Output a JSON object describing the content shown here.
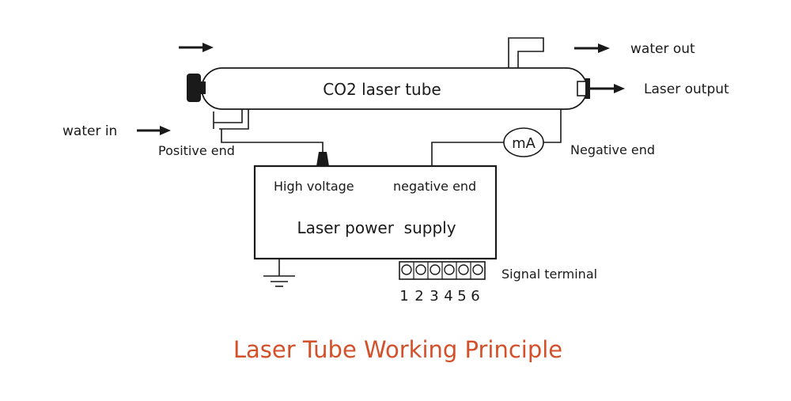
{
  "diagram": {
    "labels": {
      "water_out": "water out",
      "water_in": "water in",
      "tube": "CO2 laser tube",
      "laser_output": "Laser output",
      "positive_end": "Positive end",
      "negative_end": "Negative end",
      "meter": "mA",
      "high_voltage": "High voltage",
      "supply_negative_end": "negative end",
      "power_supply": "Laser power  supply",
      "signal_terminal": "Signal terminal",
      "terminal_numbers": [
        "1",
        "2",
        "3",
        "4",
        "5",
        "6"
      ]
    },
    "caption": "Laser Tube Working Principle",
    "colors": {
      "line": "#1a1a1a",
      "caption": "#d3502a"
    }
  }
}
